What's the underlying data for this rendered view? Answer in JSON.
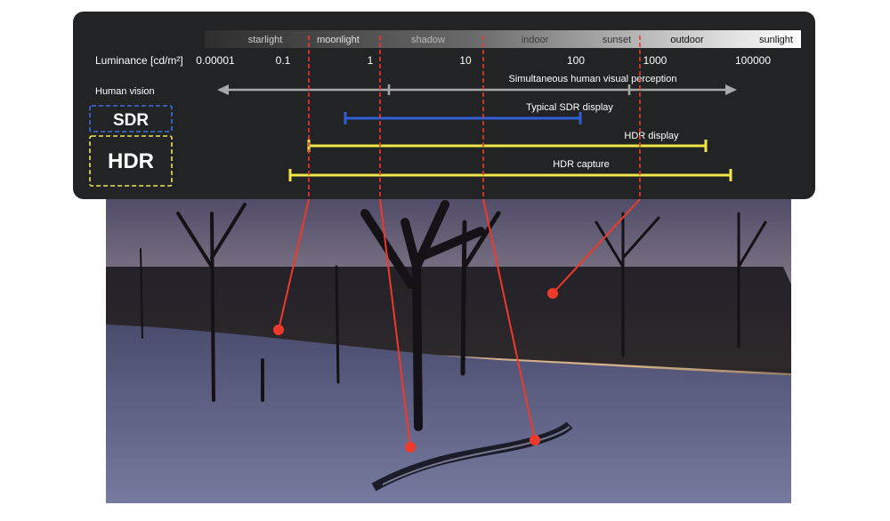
{
  "luminance_label": "Luminance [cd/m²]",
  "ticks": [
    "0.00001",
    "0.1",
    "1",
    "10",
    "100",
    "1000",
    "100000"
  ],
  "scene_labels": [
    "starlight",
    "moonlight",
    "shadow",
    "indoor",
    "sunset",
    "outdoor",
    "sunlight"
  ],
  "rows": {
    "human_vision": "Human vision",
    "sdr": "SDR",
    "hdr": "HDR"
  },
  "bars": {
    "human": "Simultaneous human visual perception",
    "sdr": "Typical SDR display",
    "hdr_display": "HDR display",
    "hdr_capture": "HDR capture"
  },
  "colors": {
    "panel": "#222324",
    "human": "#a8a8a8",
    "sdr": "#2f5fd6",
    "hdr": "#f2e64a",
    "marker": "#ee3a2a"
  }
}
